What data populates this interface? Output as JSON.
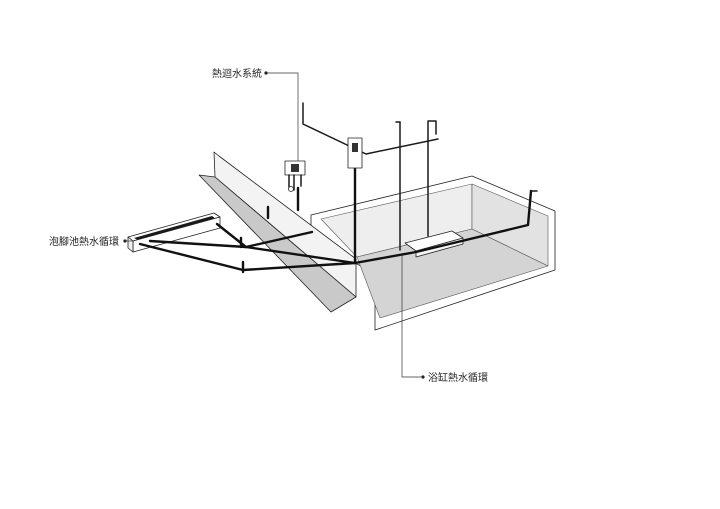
{
  "labels": {
    "hot_return_system": "熱迴水系統",
    "foot_bath_circulation": "泡腳池熱水循環",
    "bathtub_circulation": "浴缸熱水循環"
  }
}
